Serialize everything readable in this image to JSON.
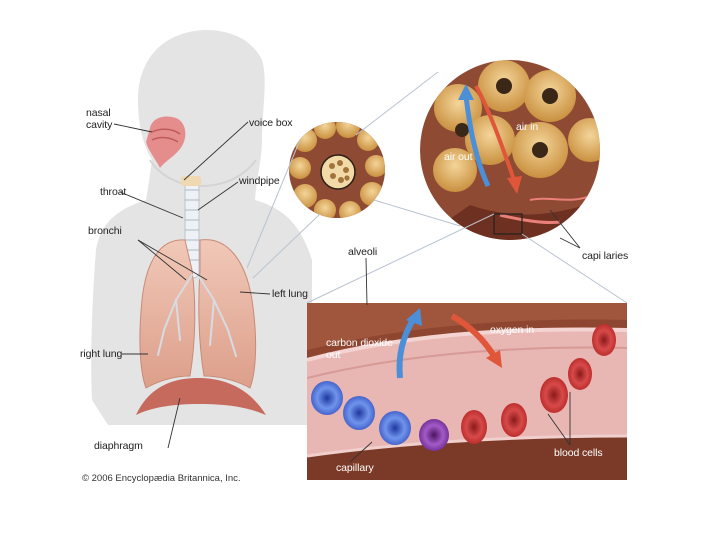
{
  "labels": {
    "nasal_cavity": "nasal\ncavity",
    "voice_box": "voice box",
    "windpipe": "windpipe",
    "throat": "throat",
    "bronchi": "bronchi",
    "left_lung": "left lung",
    "right_lung": "right lung",
    "diaphragm": "diaphragm",
    "alveoli": "alveoli",
    "capillaries": "capi laries",
    "air_in": "air in",
    "air_out": "air out",
    "carbon_dioxide_out": "carbon dioxide\nout",
    "oxygen_in": "oxygen in",
    "blood_cells": "blood cells",
    "capillary": "capillary"
  },
  "copyright": "© 2006 Encyclopædia Britannica, Inc.",
  "colors": {
    "skin": "#e4e4e4",
    "lung": "#e9b3a0",
    "alveoli": "#dcae66",
    "tissue": "#8f4a33",
    "blood_cell": "#c93a3a",
    "deoxygenated_cell": "#4a6fd4",
    "arrow_blue": "#4a8fd8",
    "arrow_red": "#e0563a"
  }
}
